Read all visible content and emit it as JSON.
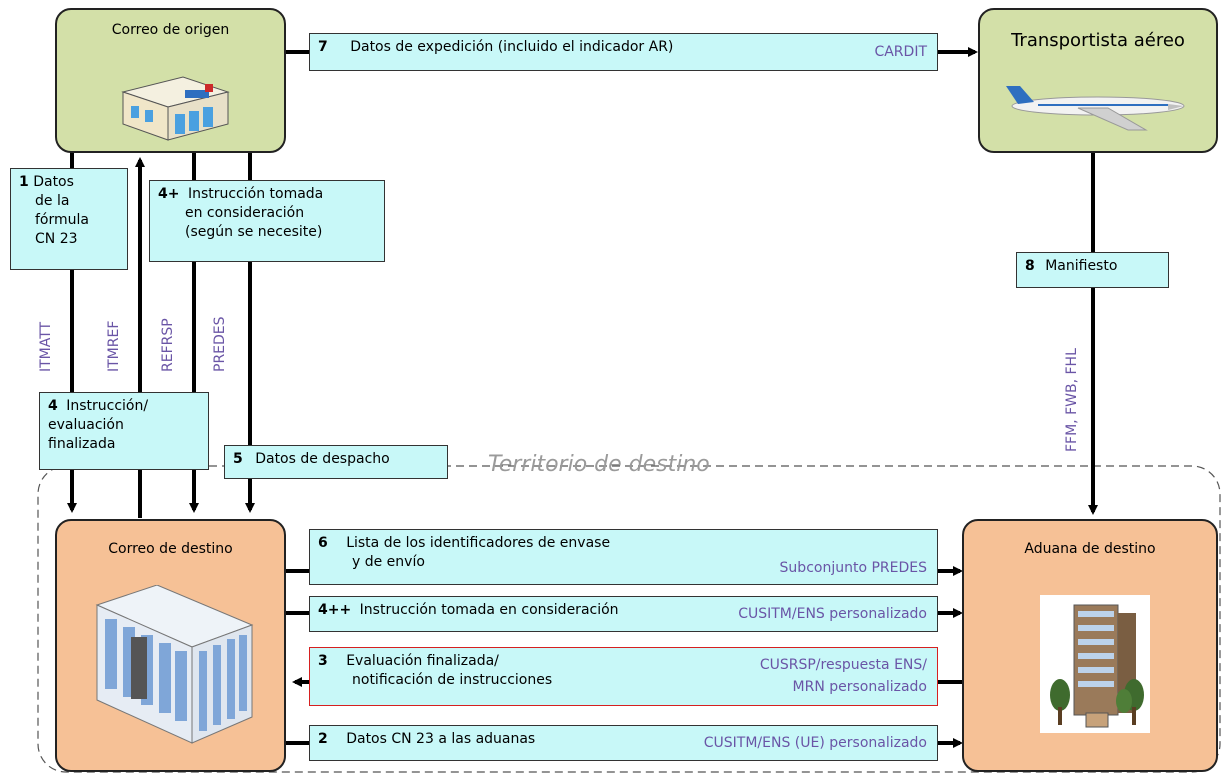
{
  "nodes": {
    "origin_post": "Correo de origen",
    "air_carrier": "Transportista aéreo",
    "destination_post": "Correo de destino",
    "destination_customs": "Aduana de destino"
  },
  "territory_label": "Territorio de destino",
  "messages": {
    "m7": {
      "num": "7",
      "label": "Datos de expedición (incluido el indicador AR)",
      "code": "CARDIT"
    },
    "m1": {
      "num": "1",
      "label_line1": "Datos",
      "label_rest": [
        "de la",
        "fórmula",
        "CN 23"
      ]
    },
    "m4plus": {
      "num": "4+",
      "label_line1": "Instrucción tomada",
      "label_rest": [
        "en consideración",
        "(según se necesite)"
      ]
    },
    "m8": {
      "num": "8",
      "label": "Manifiesto"
    },
    "m4": {
      "num": "4",
      "label_line1": "Instrucción/",
      "label_rest": [
        "evaluación",
        "finalizada"
      ]
    },
    "m5": {
      "num": "5",
      "label": "Datos de despacho"
    },
    "m6": {
      "num": "6",
      "label_line1": "Lista de los identificadores de envase",
      "label_line2": "y de envío",
      "code": "Subconjunto PREDES"
    },
    "m4plusplus": {
      "num": "4++",
      "label": "Instrucción tomada en consideración",
      "code": "CUSITM/ENS personalizado"
    },
    "m3": {
      "num": "3",
      "label_line1": "Evaluación finalizada/",
      "label_line2": "notificación de instrucciones",
      "code_line1": "CUSRSP/respuesta ENS/",
      "code_line2": "MRN personalizado"
    },
    "m2": {
      "num": "2",
      "label": "Datos CN 23 a las aduanas",
      "code": "CUSITM/ENS (UE) personalizado"
    }
  },
  "vertical_codes": {
    "itmatt": "ITMATT",
    "itmref": "ITMREF",
    "refrsp": "REFRSP",
    "predes": "PREDES",
    "ffm": "FFM, FWB, FHL"
  },
  "colors": {
    "green_node": "#d3e0a8",
    "orange_node": "#f6c196",
    "message_box": "#c8f8f8",
    "code_text": "#6a55a6",
    "highlight_border": "#d62020"
  }
}
